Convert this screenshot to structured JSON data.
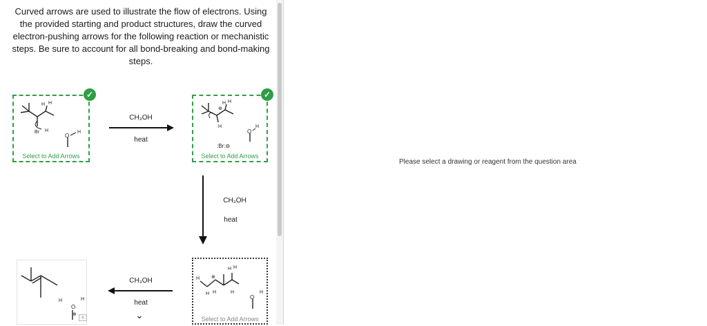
{
  "question": {
    "prompt": "Curved arrows are used to illustrate the flow of electrons. Using the provided starting and product structures, draw the curved electron-pushing arrows for the following reaction or mechanistic steps. Be sure to account for all bond-breaking and bond-making steps."
  },
  "steps": {
    "step1": {
      "reagent": "CH₃OH",
      "condition": "heat"
    },
    "step2": {
      "reagent": "CH₃OH",
      "condition": "heat"
    },
    "step3": {
      "reagent": "CH₃OH",
      "condition": "heat"
    }
  },
  "boxes": {
    "box1": {
      "action_label": "Select to Add Arrows",
      "status": "complete",
      "check_icon": "checkmark-icon"
    },
    "box2": {
      "action_label": "Select to Add Arrows",
      "status": "complete",
      "check_icon": "checkmark-icon"
    },
    "box3": {
      "action_label": "Select to Add Arrows",
      "status": "pending"
    },
    "box4": {
      "status": "product"
    }
  },
  "molecule_labels": {
    "H": "H",
    "Br": "Br",
    "Br_anion": ":Br:⊖",
    "O": "O",
    "carbocation": "⊕",
    "oxonium": "⊕"
  },
  "icons": {
    "expand": "chevron-down-icon",
    "zoom": "magnify-icon"
  },
  "colors": {
    "accent_green": "#2f9e44",
    "arrow_black": "#111111"
  },
  "right_panel": {
    "message": "Please select a drawing or reagent from the question area"
  }
}
